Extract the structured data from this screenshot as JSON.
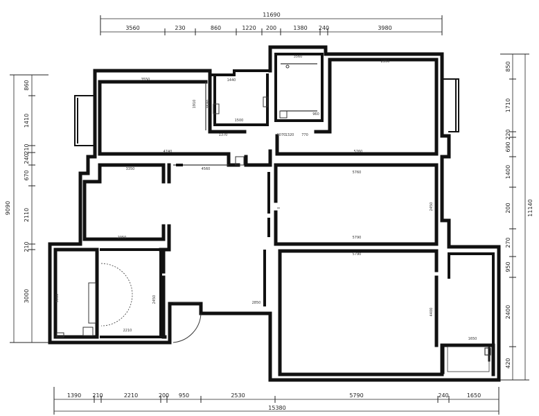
{
  "plan": {
    "overall_width": "15380",
    "top_overall": "11690",
    "right_overall": "11140",
    "left_overall": "9090",
    "top_segments": [
      {
        "label": "3560"
      },
      {
        "label": "230"
      },
      {
        "label": "860"
      },
      {
        "label": "1220"
      },
      {
        "label": "200"
      },
      {
        "label": "1380"
      },
      {
        "label": "240"
      },
      {
        "label": "3980"
      }
    ],
    "bottom_segments": [
      {
        "label": "1390"
      },
      {
        "label": "210"
      },
      {
        "label": "2210"
      },
      {
        "label": "200"
      },
      {
        "label": "950"
      },
      {
        "label": "2530"
      },
      {
        "label": "5790"
      },
      {
        "label": "240"
      },
      {
        "label": "1650"
      }
    ],
    "left_segments": [
      {
        "label": "860"
      },
      {
        "label": "1410"
      },
      {
        "label": "210"
      },
      {
        "label": "240"
      },
      {
        "label": "670"
      },
      {
        "label": "2110"
      },
      {
        "label": "210"
      },
      {
        "label": "3000"
      }
    ],
    "right_segments": [
      {
        "label": "850"
      },
      {
        "label": "1710"
      },
      {
        "label": "220"
      },
      {
        "label": "690"
      },
      {
        "label": "1400"
      },
      {
        "label": "200"
      },
      {
        "label": "270"
      },
      {
        "label": "950"
      },
      {
        "label": "2400"
      },
      {
        "label": "420"
      }
    ],
    "interior_labels": [
      {
        "text": "3550"
      },
      {
        "text": "1910"
      },
      {
        "text": "1440"
      },
      {
        "text": "1500"
      },
      {
        "text": "3560"
      },
      {
        "text": "2350"
      },
      {
        "text": "3580"
      },
      {
        "text": "1370"
      },
      {
        "text": "960"
      },
      {
        "text": "1320"
      },
      {
        "text": "770"
      },
      {
        "text": "1070"
      },
      {
        "text": "4740"
      },
      {
        "text": "5760"
      },
      {
        "text": "4560"
      },
      {
        "text": "3350"
      },
      {
        "text": "5760"
      },
      {
        "text": "2450"
      },
      {
        "text": "5790"
      },
      {
        "text": "2050"
      },
      {
        "text": "5790"
      },
      {
        "text": "4400"
      },
      {
        "text": "1650"
      },
      {
        "text": "2850"
      },
      {
        "text": "2210"
      },
      {
        "text": "2450"
      },
      {
        "text": "3000"
      }
    ]
  }
}
